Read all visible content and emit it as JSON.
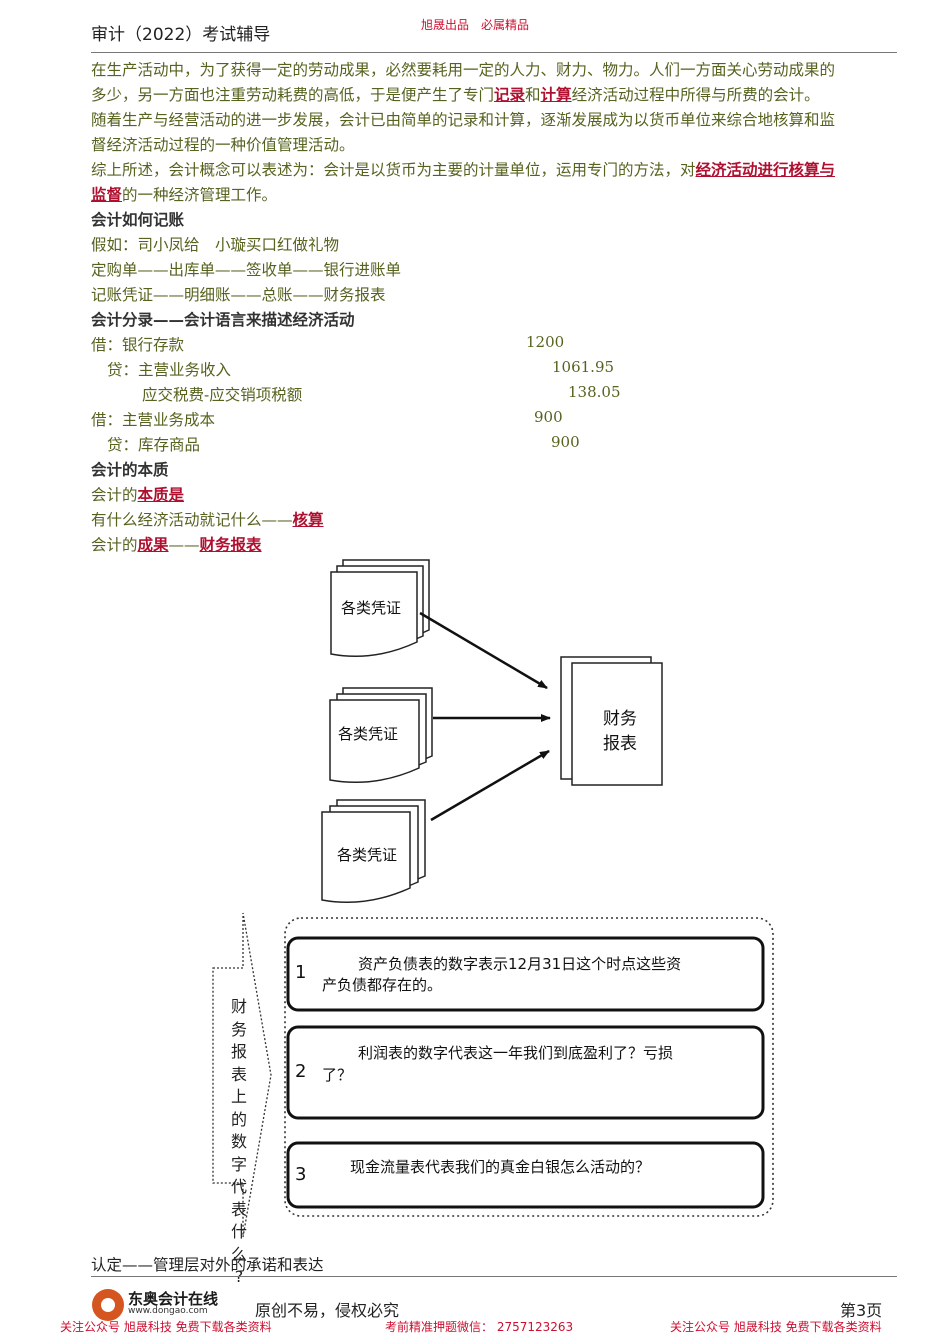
{
  "header": {
    "title": "审计（2022）考试辅导",
    "slogan": "旭晟出品　必属精品"
  },
  "body": {
    "p1_l1": "在生产活动中，为了获得一定的劳动成果，必然要耗用一定的人力、财力、物力。人们一方面关心劳动成果的",
    "p1_l2_a": "多少，另一方面也注重劳动耗费的高低，于是便产生了专门",
    "p1_l2_hl1": "记录",
    "p1_l2_b": "和",
    "p1_l2_hl2": "计算",
    "p1_l2_c": "经济活动过程中所得与所费的会计。",
    "p2_l1": "随着生产与经营活动的进一步发展，会计已由简单的记录和计算，逐渐发展成为以货币单位来综合地核算和监",
    "p2_l2": "督经济活动过程的一种价值管理活动。",
    "p3_l1_a": "综上所述，会计概念可以表述为：会计是以货币为主要的计量单位，运用专门的方法，对",
    "p3_l1_hl": "经济活动进行核算与",
    "p3_l2_hl": "监督",
    "p3_l2_b": "的一种经济管理工作。",
    "h_record": "会计如何记账",
    "example": "假如：司小凤给　小璇买口红做礼物",
    "chain1": "定购单——出库单——签收单——银行进账单",
    "chain2": "记账凭证——明细账——总账——财务报表",
    "h_entry": "会计分录——会计语言来描述经济活动",
    "entries": [
      {
        "label": "借：银行存款",
        "amount": "1200"
      },
      {
        "label": "贷：主营业务收入",
        "amount": "1061.95"
      },
      {
        "label": "应交税费-应交销项税额",
        "amount": "138.05"
      },
      {
        "label": "借：主营业务成本",
        "amount": "900"
      },
      {
        "label": "贷：库存商品",
        "amount": "900"
      }
    ],
    "h_essence": "会计的本质",
    "essence_a": "会计的",
    "essence_hl": "本质是",
    "accounting_a": "有什么经济活动就记什么——",
    "accounting_hl": "核算",
    "result_a": "会计的",
    "result_hl1": "成果",
    "result_b": "——",
    "result_hl2": "财务报表",
    "last_line": "认定——管理层对外的承诺和表达"
  },
  "diagram1": {
    "voucher_label": "各类凭证",
    "report_line1": "财务",
    "report_line2": "报表"
  },
  "diagram2": {
    "side_chars": [
      "财",
      "务",
      "报",
      "表",
      "上",
      "的",
      "数",
      "字",
      "代",
      "表",
      "什",
      "么",
      "?"
    ],
    "items": [
      {
        "num": "1",
        "line1": "资产负债表的数字表示12月31日这个时点这些资",
        "line2": "产负债都存在的。"
      },
      {
        "num": "2",
        "line1": "利润表的数字代表这一年我们到底盈利了？亏损",
        "line2": "了？"
      },
      {
        "num": "3",
        "line1": "现金流量表代表我们的真金白银怎么活动的？",
        "line2": ""
      }
    ]
  },
  "footer": {
    "logo_name": "东奥会计在线",
    "logo_url": "www.dongao.com",
    "center": "原创不易，侵权必究",
    "page": "第3页",
    "left_red": "关注公众号 旭晟科技 免费下载各类资料",
    "mid_red": "考前精准押题微信：  2757123263",
    "right_red": "关注公众号 旭晟科技 免费下载各类资料"
  }
}
